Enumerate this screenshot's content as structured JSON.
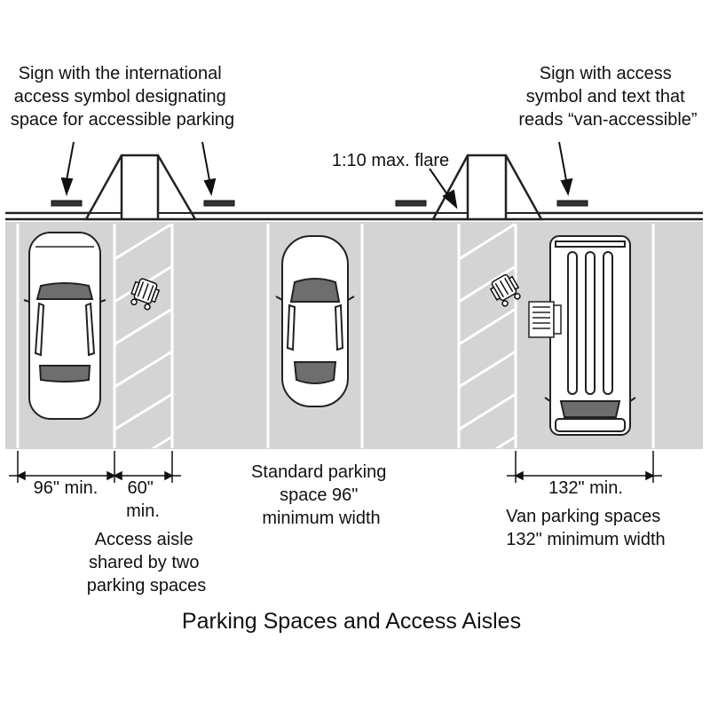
{
  "labels": {
    "sign_left": [
      "Sign with the international",
      "access symbol designating",
      "space for accessible parking"
    ],
    "sign_right": [
      "Sign with access",
      "symbol and text that",
      "reads “van-accessible”"
    ],
    "flare": "1:10 max. flare",
    "dim_96": "96\" min.",
    "dim_60": [
      "60\"",
      "min."
    ],
    "aisle_caption": [
      "Access aisle",
      "shared by two",
      "parking spaces"
    ],
    "standard_caption": [
      "Standard parking",
      "space 96\"",
      "minimum width"
    ],
    "dim_132": "132\" min.",
    "van_caption": [
      "Van parking spaces",
      "132\" minimum width"
    ],
    "title": "Parking Spaces and Access Aisles"
  },
  "colors": {
    "lot": "#d4d4d4",
    "stroke": "#222222",
    "car_body": "#ffffff",
    "glass": "#6e6e6e",
    "stripe": "#ffffff"
  },
  "icons": [
    "wheelchair-icon",
    "wheelchair-icon"
  ]
}
